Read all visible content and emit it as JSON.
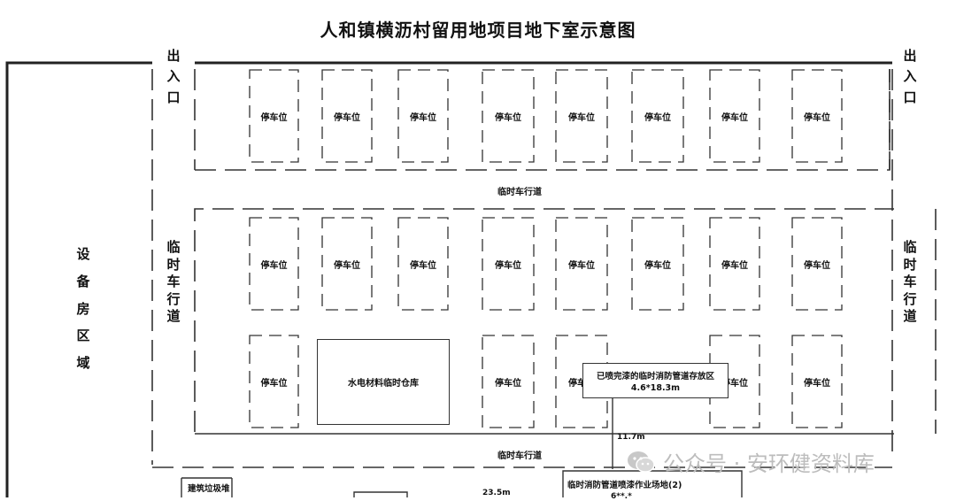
{
  "title": "人和镇横沥村留用地项目地下室示意图",
  "entrance_left": "出入口",
  "entrance_right": "出入口",
  "equipment_area": "设备房区域",
  "lane_left": "临时车行道",
  "lane_right": "临时车行道",
  "lane_top": "临时车行道",
  "lane_bottom": "临时车行道",
  "parking_label": "停车位",
  "warehouse": "水电材料临时仓库",
  "pipe_storage": {
    "line1": "已喷完漆的临时消防管道存放区",
    "line2": "4.6*18.3m"
  },
  "dim_11_7": "11.7m",
  "dim_23_5": "23.5m",
  "garbage": "建筑垃圾堆",
  "spray_area": "临时消防管道喷漆作业场地(2)",
  "spray_area_value": "6**.*",
  "watermark": "公众号 · 安环健资料库",
  "colors": {
    "line": "#222222",
    "dash": "#333333",
    "background": "#ffffff",
    "watermark": "#bdbdbd"
  }
}
